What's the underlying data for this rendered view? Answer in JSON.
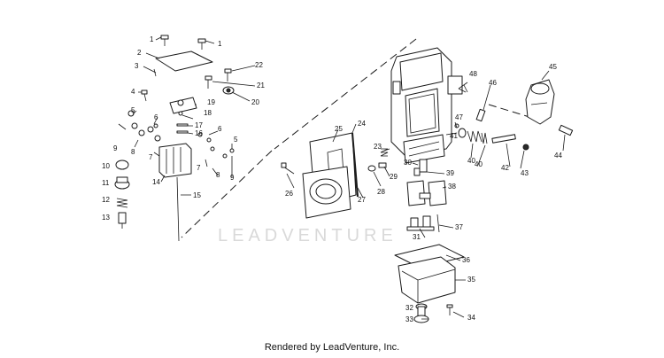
{
  "diagram": {
    "callouts": [
      {
        "id": "c1a",
        "text": "1"
      },
      {
        "id": "c1b",
        "text": "1"
      },
      {
        "id": "c2",
        "text": "2"
      },
      {
        "id": "c3",
        "text": "3"
      },
      {
        "id": "c4",
        "text": "4"
      },
      {
        "id": "c5a",
        "text": "5"
      },
      {
        "id": "c5b",
        "text": "5"
      },
      {
        "id": "c6a",
        "text": "6"
      },
      {
        "id": "c6b",
        "text": "6"
      },
      {
        "id": "c7a",
        "text": "7"
      },
      {
        "id": "c7b",
        "text": "7"
      },
      {
        "id": "c8a",
        "text": "8"
      },
      {
        "id": "c8b",
        "text": "8"
      },
      {
        "id": "c9a",
        "text": "9"
      },
      {
        "id": "c9b",
        "text": "9"
      },
      {
        "id": "c10",
        "text": "10"
      },
      {
        "id": "c11",
        "text": "11"
      },
      {
        "id": "c12",
        "text": "12"
      },
      {
        "id": "c13",
        "text": "13"
      },
      {
        "id": "c14",
        "text": "14"
      },
      {
        "id": "c15",
        "text": "15"
      },
      {
        "id": "c16",
        "text": "16"
      },
      {
        "id": "c17",
        "text": "17"
      },
      {
        "id": "c18",
        "text": "18"
      },
      {
        "id": "c19",
        "text": "19"
      },
      {
        "id": "c20",
        "text": "20"
      },
      {
        "id": "c21",
        "text": "21"
      },
      {
        "id": "c22",
        "text": "22"
      },
      {
        "id": "c23",
        "text": "23"
      },
      {
        "id": "c24",
        "text": "24"
      },
      {
        "id": "c25",
        "text": "25"
      },
      {
        "id": "c26",
        "text": "26"
      },
      {
        "id": "c27",
        "text": "27"
      },
      {
        "id": "c28",
        "text": "28"
      },
      {
        "id": "c29",
        "text": "29"
      },
      {
        "id": "c30",
        "text": "30"
      },
      {
        "id": "c31",
        "text": "31"
      },
      {
        "id": "c32",
        "text": "32"
      },
      {
        "id": "c33",
        "text": "33"
      },
      {
        "id": "c34",
        "text": "34"
      },
      {
        "id": "c35",
        "text": "35"
      },
      {
        "id": "c36",
        "text": "36"
      },
      {
        "id": "c37",
        "text": "37"
      },
      {
        "id": "c38",
        "text": "38"
      },
      {
        "id": "c39",
        "text": "39"
      },
      {
        "id": "c40a",
        "text": "40"
      },
      {
        "id": "c40b",
        "text": "40"
      },
      {
        "id": "c41",
        "text": "41"
      },
      {
        "id": "c42",
        "text": "42"
      },
      {
        "id": "c43",
        "text": "43"
      },
      {
        "id": "c44",
        "text": "44"
      },
      {
        "id": "c45",
        "text": "45"
      },
      {
        "id": "c46",
        "text": "46"
      },
      {
        "id": "c47",
        "text": "47"
      },
      {
        "id": "c48",
        "text": "48"
      }
    ],
    "watermark": "LEADVENTURE"
  },
  "footer": {
    "text": "Rendered by LeadVenture, Inc."
  }
}
